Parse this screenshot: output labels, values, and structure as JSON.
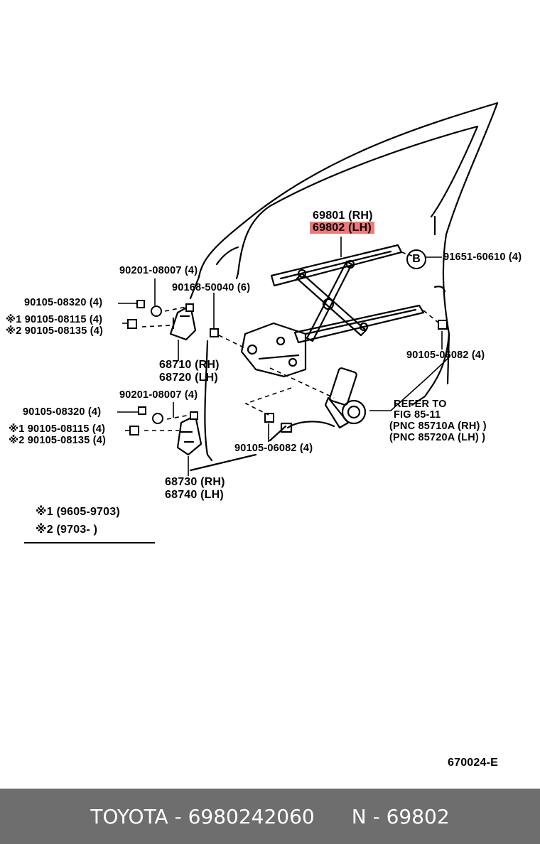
{
  "labels": {
    "glass_rh": "69801 (RH)",
    "glass_lh": "69802 (LH)",
    "bolt_top": "90201-08007 (4)",
    "bolt_9016": "90168-50040 (6)",
    "bolt_b": "91651-60610 (4)",
    "circle_b": "B",
    "bolt_a1": "90105-08320 (4)",
    "bolt_a1_s1": "※1  90105-08115 (4)",
    "bolt_a1_s2": "※2  90105-08135 (4)",
    "hinge_up_rh": "68710 (RH)",
    "hinge_up_lh": "68720 (LH)",
    "bolt_right": "90105-06082 (4)",
    "bolt_mid": "90201-08007 (4)",
    "bolt_a2": "90105-08320 (4)",
    "bolt_a2_s1": "※1  90105-08115 (4)",
    "bolt_a2_s2": "※2  90105-08135 (4)",
    "refer_1": "REFER TO",
    "refer_2": "FIG 85-11",
    "refer_3": "(PNC  85710A (RH) )",
    "refer_4": "(PNC  85720A (LH) )",
    "bolt_bottom": "90105-06082 (4)",
    "hinge_lo_rh": "68730 (RH)",
    "hinge_lo_lh": "68740 (LH)",
    "legend_1": "※1   (9605-9703)",
    "legend_2": "※2   (9703-        )",
    "fig_code": "670024-E"
  },
  "highlight": {
    "label": "glass_lh",
    "color": "#f07878"
  },
  "footer": {
    "brand": "TOYOTA - 6980242060",
    "ref": "N - 69802"
  }
}
